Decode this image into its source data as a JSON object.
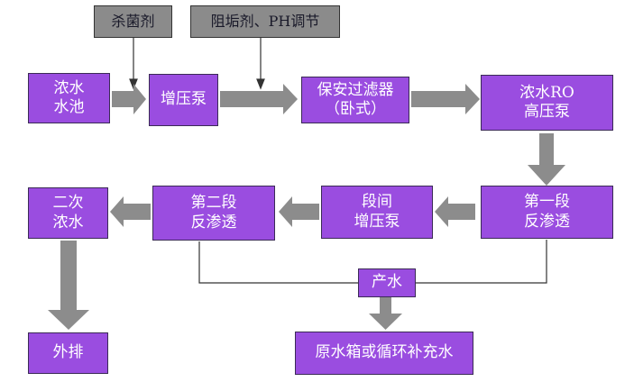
{
  "colors": {
    "process_box": "#9a4de0",
    "chemical_box": "#8b8b8b",
    "flow_arrow": "#8c8c8c",
    "line": "#333333"
  },
  "nodes": {
    "sterilant": "杀菌剂",
    "antiscalant_ph": "阻垢剂、PH调节",
    "concentrate_tank": "浓水\n水池",
    "booster_pump": "增压泵",
    "cartridge_filter": "保安过滤器\n（卧式）",
    "ro_hp_pump": "浓水RO\n高压泵",
    "first_stage_ro": "第一段\n反渗透",
    "interstage_booster": "段间\n增压泵",
    "second_stage_ro": "第二段\n反渗透",
    "secondary_concentrate": "二次\n浓水",
    "discharge": "外排",
    "permeate": "产水",
    "tank_or_makeup": "原水箱或循环补充水"
  }
}
